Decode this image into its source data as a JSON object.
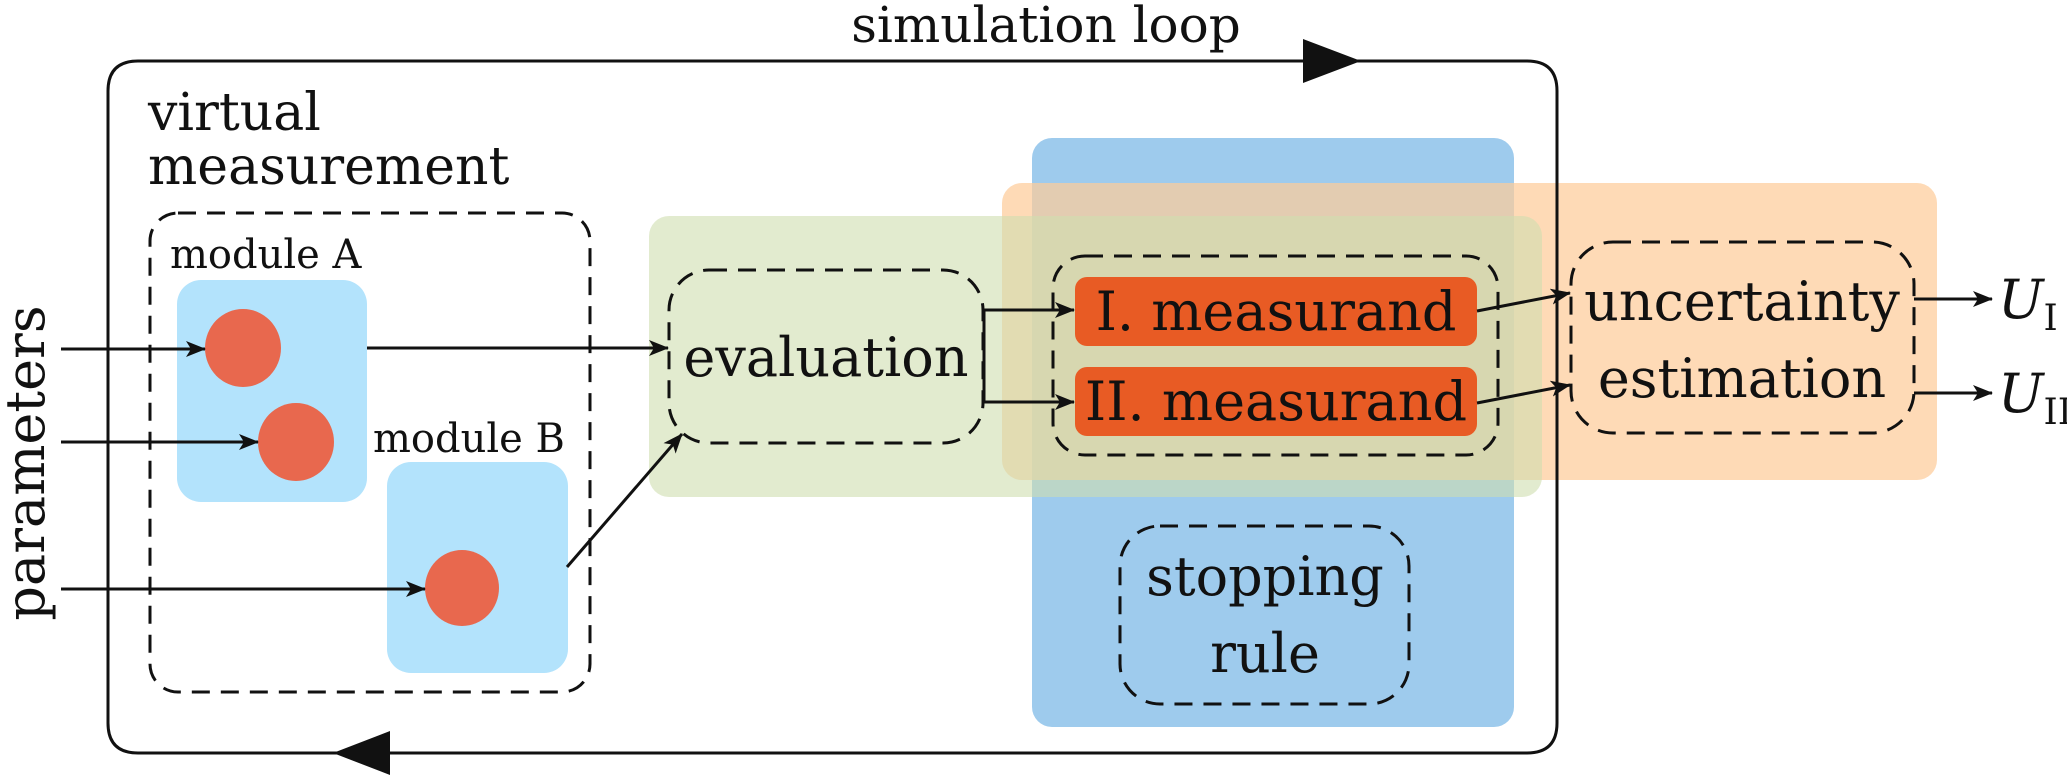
{
  "title": "simulation loop",
  "virtual_measurement": {
    "label_line1": "virtual",
    "label_line2": "measurement",
    "module_a": "module A",
    "module_b": "module B"
  },
  "inputs_label": "parameters",
  "evaluation": "evaluation",
  "measurands": [
    "I. measurand",
    "II. measurand"
  ],
  "stopping_rule": {
    "line1": "stopping",
    "line2": "rule"
  },
  "uncertainty": {
    "line1": "uncertainty",
    "line2": "estimation"
  },
  "outputs": [
    {
      "symbol": "U",
      "subscript": "I"
    },
    {
      "symbol": "U",
      "subscript": "II"
    }
  ],
  "colors": {
    "module_fill": "#B3E3FC",
    "node_fill": "#E8684E",
    "evaluation_block": "#CFDEAF",
    "stopping_block": "#9ECBED",
    "uncertainty_block": "#FECC9A",
    "measurand_fill": "#E85B24"
  }
}
